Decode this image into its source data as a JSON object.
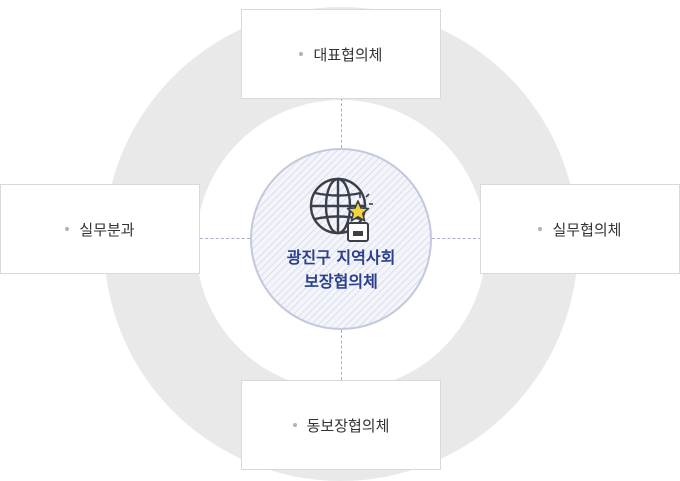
{
  "hub": {
    "title_line1": "광진구 지역사회",
    "title_line2": "보장협의체",
    "icon": "globe-with-star-icon"
  },
  "nodes": {
    "top": "대표협의체",
    "left": "실무분과",
    "right": "실무협의체",
    "bottom": "동보장협의체"
  },
  "colors": {
    "ring": "#e9e9e9",
    "hub_text": "#2b3f8c",
    "connector": "#a9afc7",
    "star": "#f5d33a"
  }
}
